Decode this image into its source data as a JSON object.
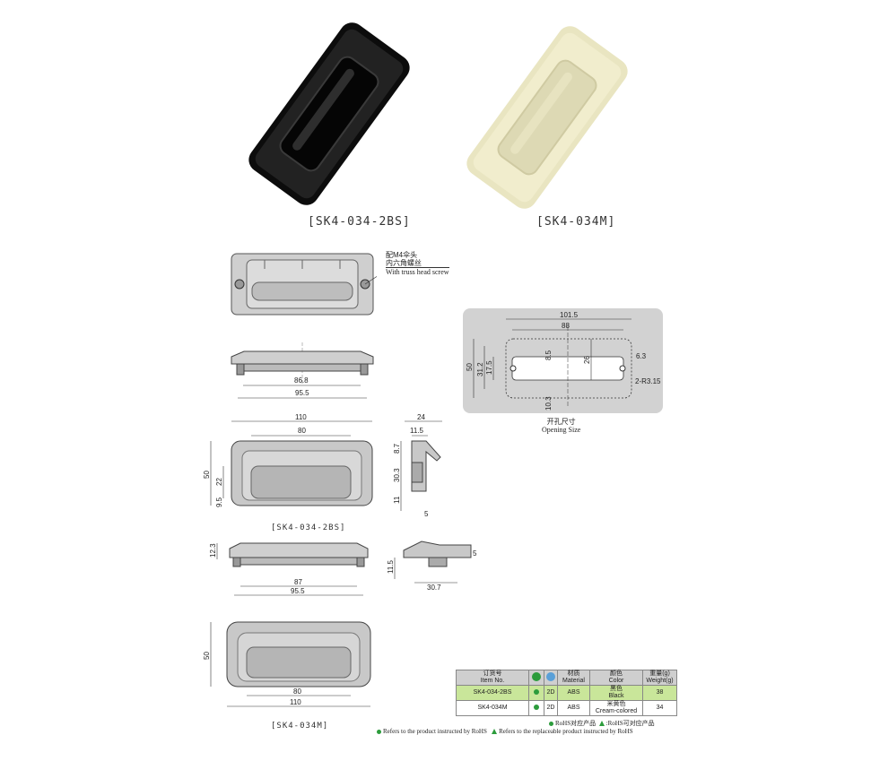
{
  "products": [
    {
      "code": "[SK4-034-2BS]",
      "color": "#111111"
    },
    {
      "code": "[SK4-034M]",
      "color": "#efecca"
    }
  ],
  "screw_note": {
    "cn1": "配M4伞头",
    "cn2": "内六角螺丝",
    "en": "With truss head screw"
  },
  "dims": {
    "d86_8": "86.8",
    "d95_5a": "95.5",
    "d110": "110",
    "d80": "80",
    "d50": "50",
    "d22": "22",
    "d9_5": "9.5",
    "d24": "24",
    "d11_5": "11.5",
    "d8_7": "8.7",
    "d30_3": "30.3",
    "d11": "11",
    "d5a": "5",
    "d12_3": "12.3",
    "d87": "87",
    "d95_5b": "95.5",
    "d11_5b": "11.5",
    "d30_7": "30.7",
    "d5b": "5",
    "d50b": "50",
    "d80b": "80",
    "d110b": "110"
  },
  "view_captions": {
    "v1": "[SK4-034-2BS]",
    "v2": "[SK4-034M]"
  },
  "opening": {
    "cn": "开孔尺寸",
    "en": "Opening Size",
    "d101_5": "101.5",
    "d88": "88",
    "d50": "50",
    "d31_2": "31.2",
    "d17_5": "17.5",
    "d8_5": "8.5",
    "d26": "26",
    "d6_3": "6.3",
    "d2r": "2-R3.15",
    "d10_3": "10.3"
  },
  "table": {
    "headers": {
      "item_cn": "订货号",
      "item_en": "Item No.",
      "mat_cn": "材质",
      "mat_en": "Material",
      "col_cn": "颜色",
      "col_en": "Color",
      "wt_cn": "重量(g)",
      "wt_en": "Weight(g)"
    },
    "rows": [
      {
        "item": "SK4-034-2BS",
        "type": "2D",
        "material": "ABS",
        "color_cn": "黑色",
        "color_en": "Black",
        "weight": "38"
      },
      {
        "item": "SK4-034M",
        "type": "2D",
        "material": "ABS",
        "color_cn": "米黄色",
        "color_en": "Cream-colored",
        "weight": "34"
      }
    ],
    "legend1": "RoHS对应产品",
    "legend2": ":RoHS可对应产品",
    "note1": "Refers to the product instructed by RoHS",
    "note2": "Refers to the replaceable product instructed by RoHS"
  }
}
